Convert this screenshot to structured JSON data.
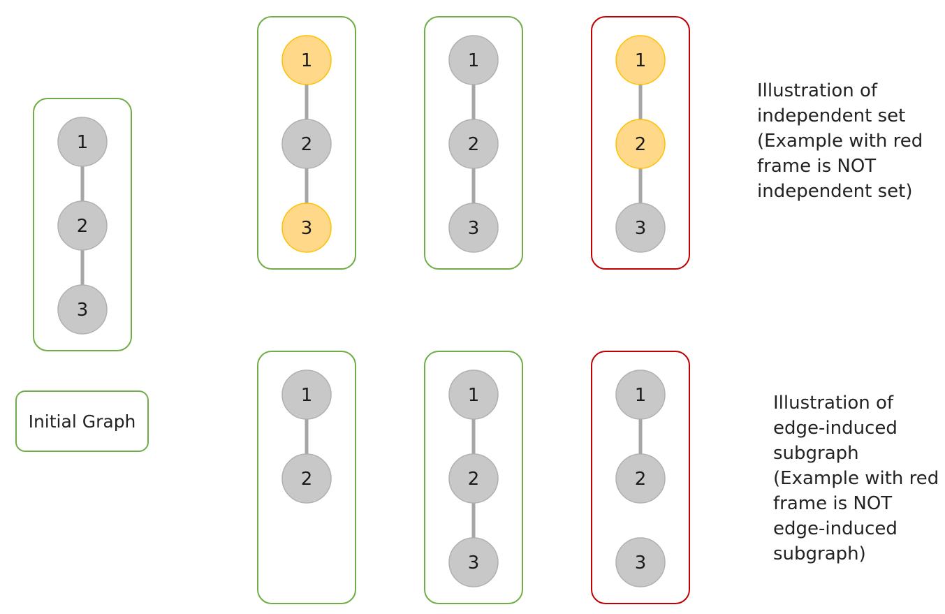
{
  "colors": {
    "ok_frame": "#70ad47",
    "bad_frame": "#c00000",
    "gray_node": "#c8c8c8",
    "gray_node_stroke": "#b0b0b0",
    "orange_node": "#ffd88a",
    "orange_node_stroke": "#ffc000",
    "edge": "#a6a6a6"
  },
  "initial_graph": {
    "label": "Initial Graph",
    "frame": "ok",
    "nodes": [
      {
        "id": "1",
        "highlight": false
      },
      {
        "id": "2",
        "highlight": false
      },
      {
        "id": "3",
        "highlight": false
      }
    ],
    "edges": [
      [
        "1",
        "2"
      ],
      [
        "2",
        "3"
      ]
    ]
  },
  "independent_set": {
    "description": [
      "Illustration of",
      "independent set",
      "(Example with red",
      "frame is NOT",
      "independent set)"
    ],
    "examples": [
      {
        "frame": "ok",
        "nodes": [
          {
            "id": "1",
            "highlight": true
          },
          {
            "id": "2",
            "highlight": false
          },
          {
            "id": "3",
            "highlight": true
          }
        ],
        "edges": [
          [
            "1",
            "2"
          ],
          [
            "2",
            "3"
          ]
        ]
      },
      {
        "frame": "ok",
        "nodes": [
          {
            "id": "1",
            "highlight": false
          },
          {
            "id": "2",
            "highlight": false
          },
          {
            "id": "3",
            "highlight": false
          }
        ],
        "edges": [
          [
            "1",
            "2"
          ],
          [
            "2",
            "3"
          ]
        ]
      },
      {
        "frame": "bad",
        "nodes": [
          {
            "id": "1",
            "highlight": true
          },
          {
            "id": "2",
            "highlight": true
          },
          {
            "id": "3",
            "highlight": false
          }
        ],
        "edges": [
          [
            "1",
            "2"
          ],
          [
            "2",
            "3"
          ]
        ]
      }
    ]
  },
  "edge_induced_subgraph": {
    "description": [
      "Illustration of",
      "edge-induced",
      "subgraph",
      "(Example with red",
      "frame is NOT",
      "edge-induced",
      "subgraph)"
    ],
    "examples": [
      {
        "frame": "ok",
        "nodes": [
          {
            "id": "1",
            "highlight": false
          },
          {
            "id": "2",
            "highlight": false
          }
        ],
        "edges": [
          [
            "1",
            "2"
          ]
        ]
      },
      {
        "frame": "ok",
        "nodes": [
          {
            "id": "1",
            "highlight": false
          },
          {
            "id": "2",
            "highlight": false
          },
          {
            "id": "3",
            "highlight": false
          }
        ],
        "edges": [
          [
            "1",
            "2"
          ],
          [
            "2",
            "3"
          ]
        ]
      },
      {
        "frame": "bad",
        "nodes": [
          {
            "id": "1",
            "highlight": false
          },
          {
            "id": "2",
            "highlight": false
          },
          {
            "id": "3",
            "highlight": false
          }
        ],
        "edges": [
          [
            "1",
            "2"
          ]
        ]
      }
    ]
  }
}
